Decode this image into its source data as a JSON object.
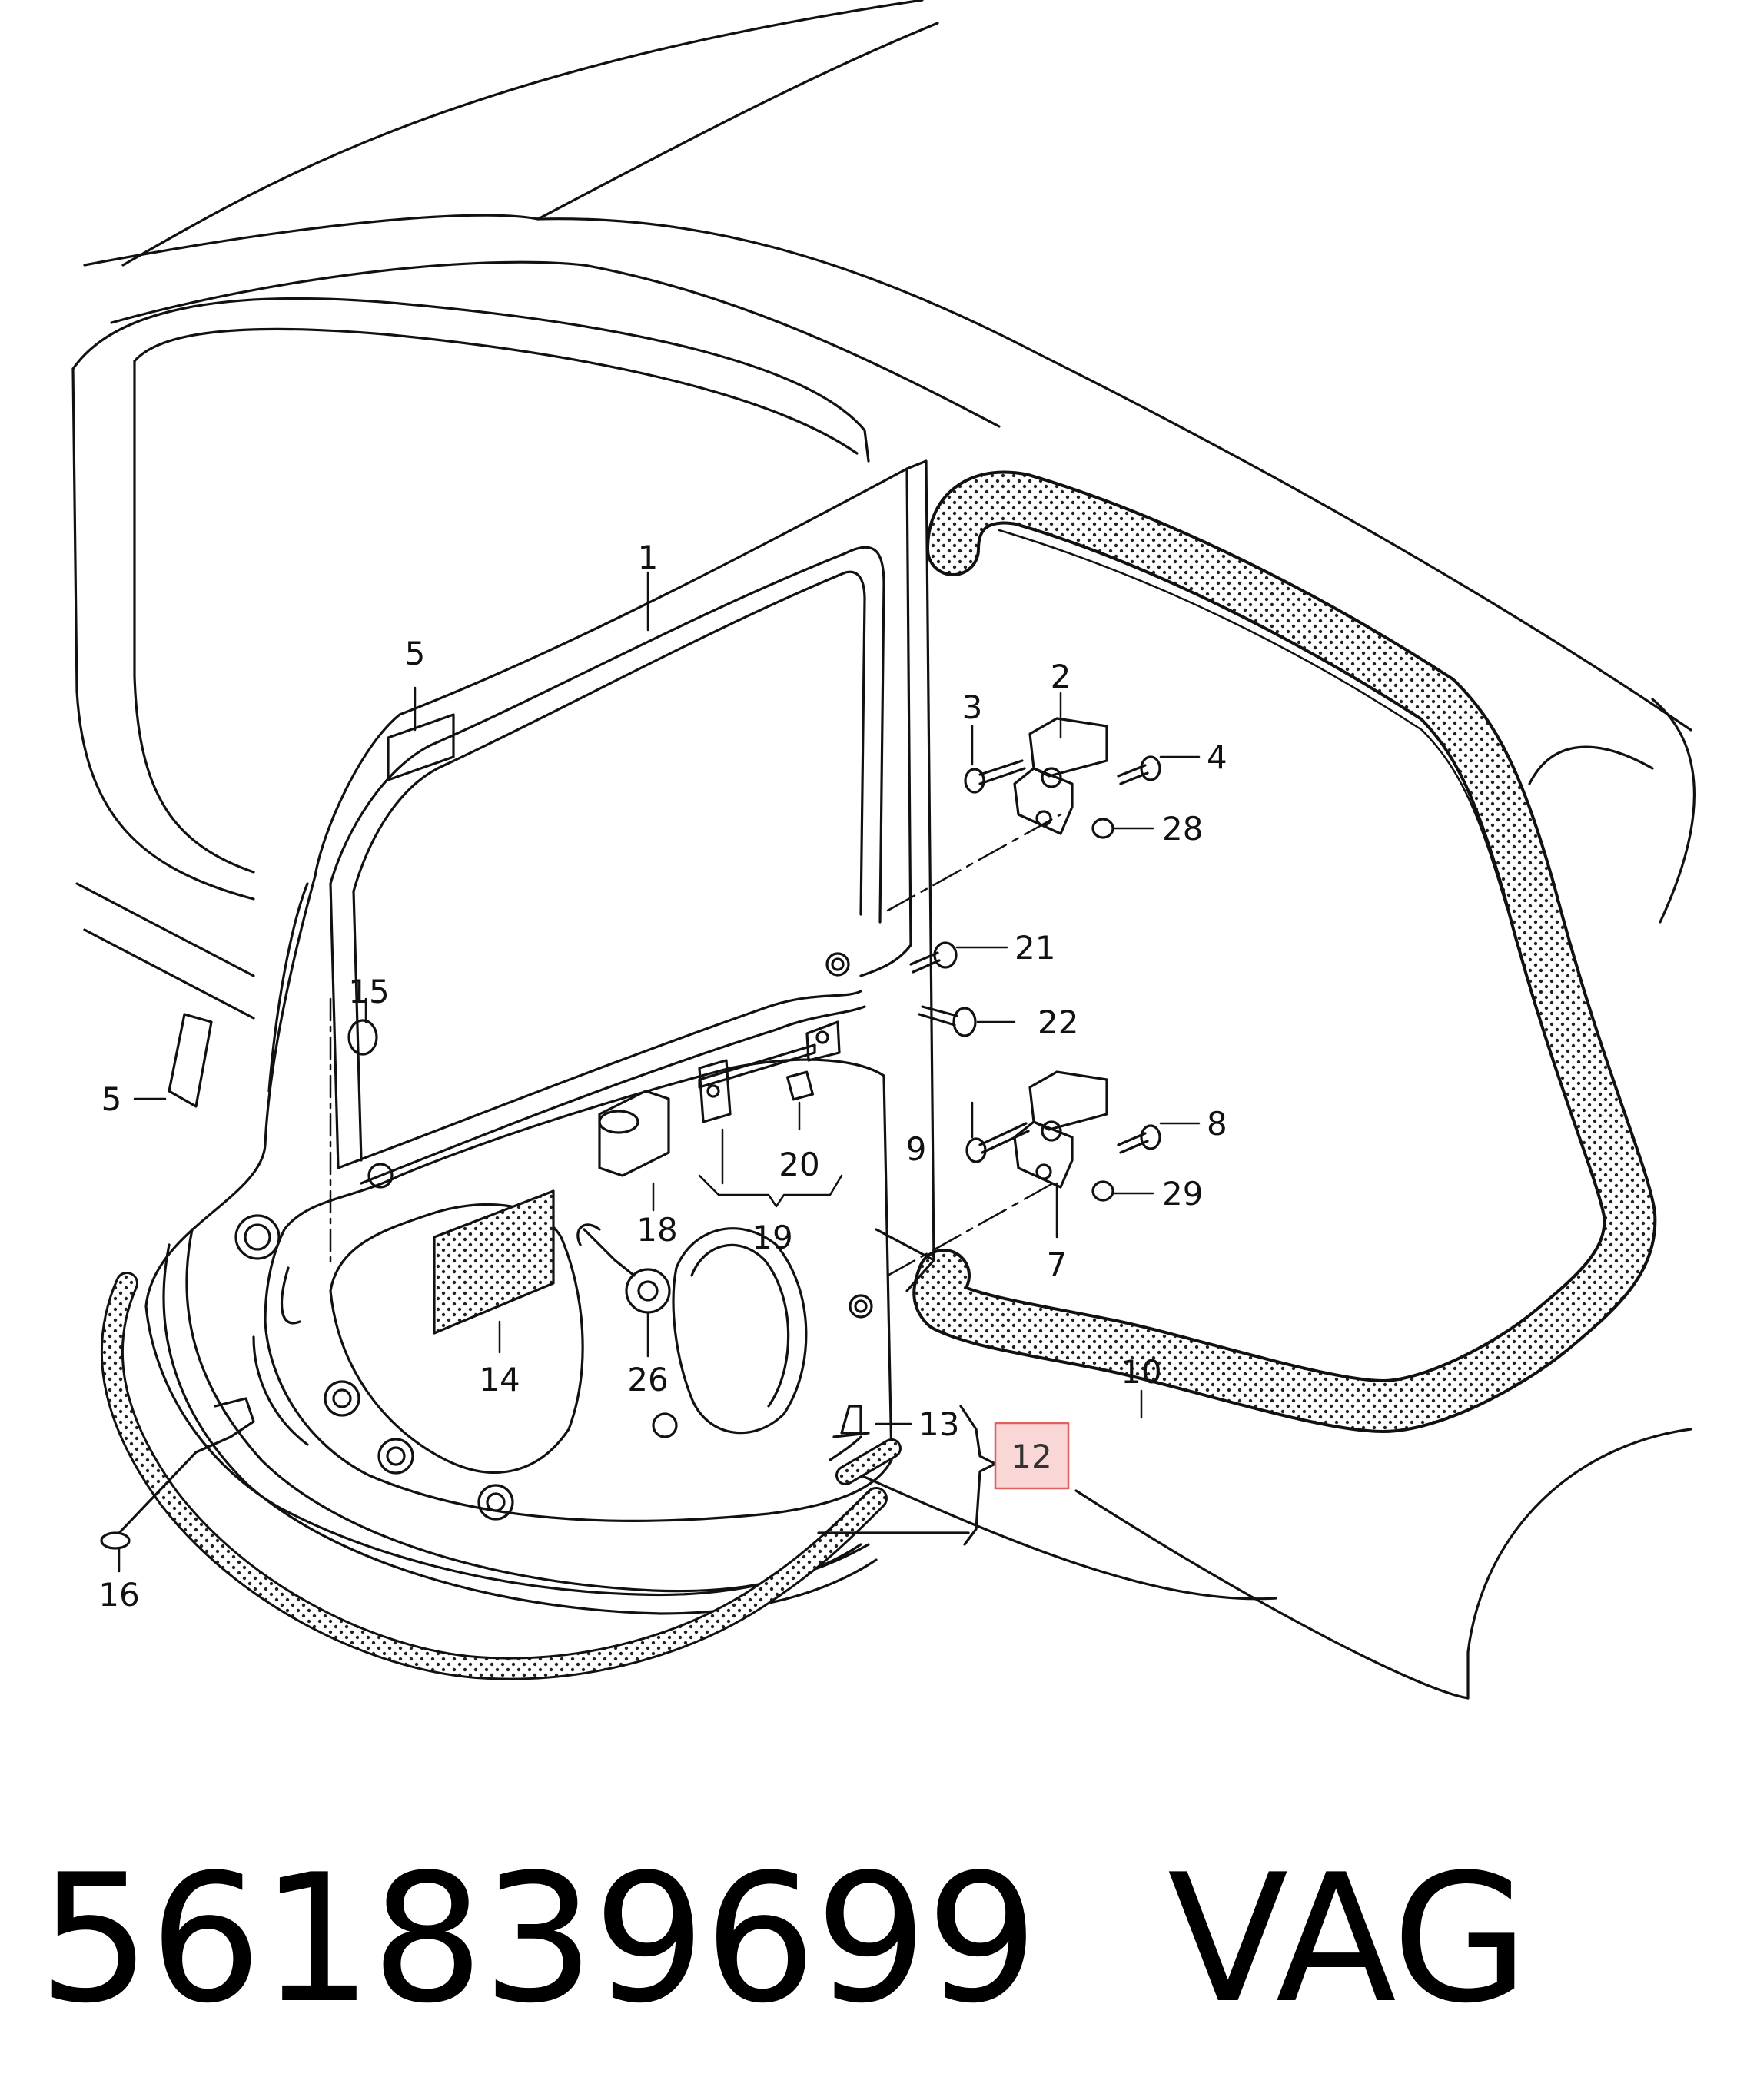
{
  "diagram": {
    "callouts": {
      "c1": "1",
      "c2": "2",
      "c3": "3",
      "c4": "4",
      "c5a": "5",
      "c5b": "5",
      "c7": "7",
      "c8": "8",
      "c9": "9",
      "c10": "10",
      "c12": "12",
      "c13": "13",
      "c14": "14",
      "c15": "15",
      "c16": "16",
      "c18": "18",
      "c19": "19",
      "c20": "20",
      "c21": "21",
      "c22": "22",
      "c26": "26",
      "c28": "28",
      "c29": "29"
    },
    "highlighted_callout": "12",
    "highlight_color": "#f9d7d7",
    "highlight_border": "#e06060"
  },
  "caption": {
    "part_number": "561839699",
    "brand": "VAG"
  }
}
